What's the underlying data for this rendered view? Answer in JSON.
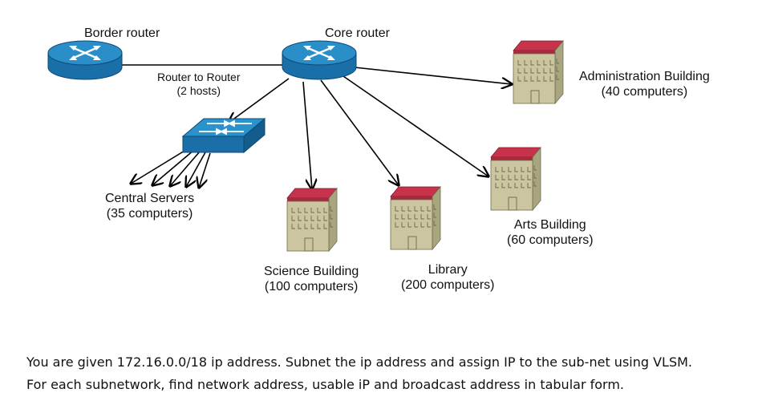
{
  "labels": {
    "border_router": "Border router",
    "core_router": "Core router",
    "router_link_line1": "Router to Router",
    "router_link_line2": "(2 hosts)",
    "admin_name": "Administration Building",
    "admin_hosts": "(40 computers)",
    "central_name": "Central Servers",
    "central_hosts": "(35 computers)",
    "arts_name": "Arts Building",
    "arts_hosts": "(60 computers)",
    "science_name": "Science Building",
    "science_hosts": "(100 computers)",
    "library_name": "Library",
    "library_hosts": "(200 computers)"
  },
  "task": {
    "line1": "You are given 172.16.0.0/18 ip address. Subnet the ip address and assign IP to the sub-net using VLSM.",
    "line2": "For each subnetwork, find network address, usable iP and broadcast address in tabular form."
  },
  "colors": {
    "router_top": "#2a8fc9",
    "router_side": "#1a6fa8",
    "switch_top": "#2b92cc",
    "roof": "#c8324a",
    "building_wall": "#cbc69f",
    "building_side": "#a9a57e"
  }
}
